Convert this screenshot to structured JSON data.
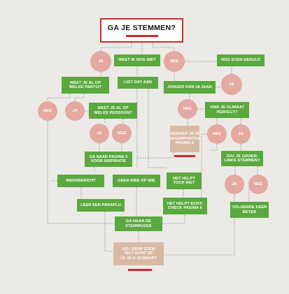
{
  "colors": {
    "green": "#5aa93e",
    "pink": "#e4a9a1",
    "tan": "#d9b9a3",
    "red": "#d1262b",
    "line": "#8a8a8a"
  },
  "nodes": {
    "title": "GA JE STEMMEN?",
    "ja_1": "JA",
    "weet_ik_nog_niet": "WEET IK NOG NIET",
    "nee_1": "NEE",
    "nog_even_geduld": "NOG EVEN GEDULD",
    "weet_partij": "WEET JE AL OP\nWELKE PARTIJ?",
    "ligt_dat_aan": "LIGT DAT AAN",
    "jonger_dan_18": "JONGER DAN 18 JAAR",
    "ja_2": "JA",
    "nee_2": "NEE",
    "ja_3": "JA",
    "weet_persoon": "WEET JE AL OP\nWELKE PERSOON?",
    "nee_3": "NEE",
    "vind_je_klimaat": "VIND JE KLIMAAT\nPERFECT?",
    "ja_4": "JA",
    "nee_4": "NEE",
    "verdiep_je": "VERDIEP JE IN\nSPEERPUNTEN\nPAGINA 2",
    "nee_5": "NEE",
    "ja_5": "JA",
    "ga_naar_pagina_5": "GA NAAR PAGINA 5\nVOOR INSPIRATIE",
    "zou_je_groen_links": "ZOU JE GROEN-\nLINKS STEMMEN?",
    "weerbericht": "WEERBERICHT",
    "geen_idee": "GEEN IDEE OP WIE",
    "het_helpt_toch_niet": "HET HELPT\nTOCH NIET",
    "ja_6": "JA",
    "nee_6": "NEE",
    "leen_een_paraplu": "LEEN EEN PARAPLU",
    "het_helpt_echt": "HET HELPT ECHT!\nCHECK PAGINA 6",
    "volgende_keer_beter": "VOLGENDE KEER\nBETER",
    "ga_naar_stemwijzer": "GA NAAR DE\nSTEMWIJZER",
    "final": "GO! JOUW STEM\nTELT ECHT OP\n14, 15 & 16 MAART"
  }
}
